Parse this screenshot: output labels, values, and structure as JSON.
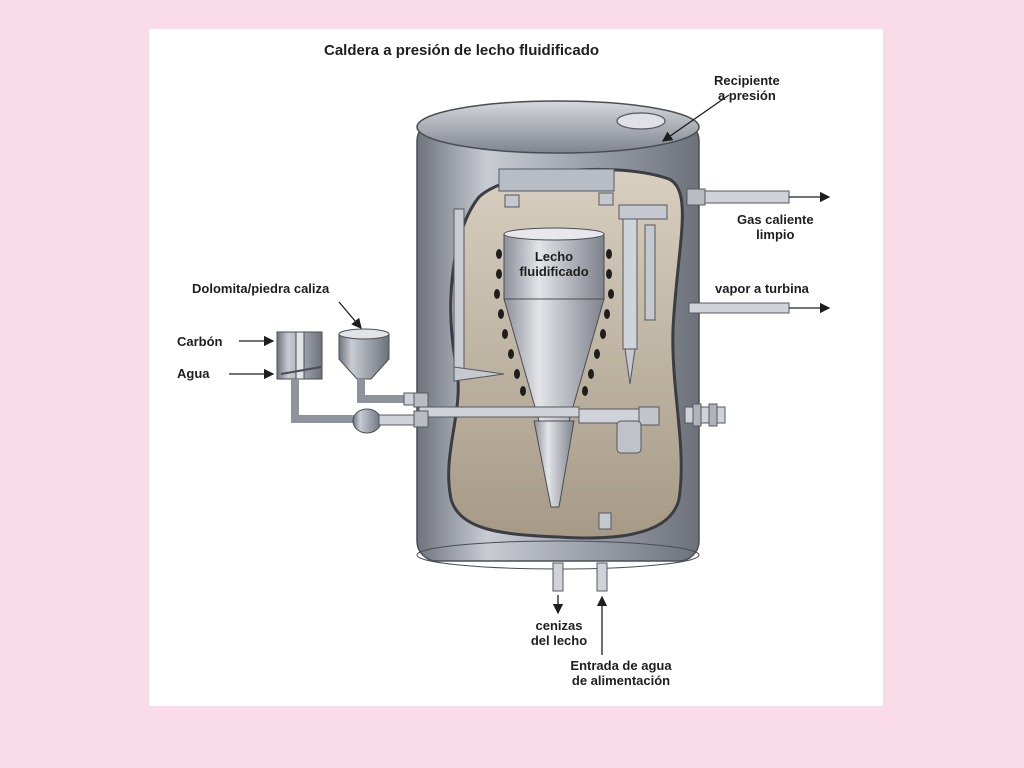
{
  "slide": {
    "background": "#f9dce8",
    "panel_background": "#ffffff"
  },
  "diagram": {
    "title": "Caldera a presión de lecho fluidificado",
    "labels": {
      "pressure_vessel_line1": "Recipiente",
      "pressure_vessel_line2": "a presión",
      "hot_gas_line1": "Gas caliente",
      "hot_gas_line2": "limpio",
      "steam": "vapor a turbina",
      "dolomite": "Dolomita/piedra caliza",
      "coal": "Carbón",
      "water": "Agua",
      "bed_line1": "Lecho",
      "bed_line2": "fluidificado",
      "ash_line1": "cenizas",
      "ash_line2": "del lecho",
      "feedwater_line1": "Entrada de agua",
      "feedwater_line2": "de alimentación"
    },
    "colors": {
      "vessel_metal": "#9a9ea8",
      "interior": "#bdb2a0",
      "text": "#1e1e1e"
    }
  }
}
